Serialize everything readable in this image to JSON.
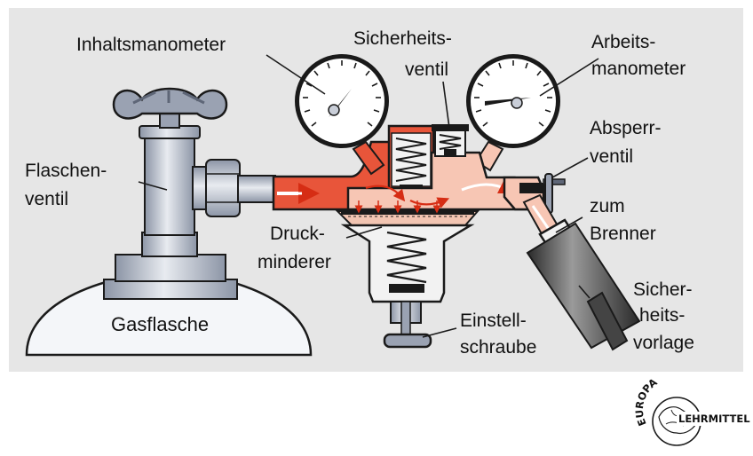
{
  "labels": {
    "inhaltsmanometer": "Inhaltsmanometer",
    "sicherheitsventil_1": "Sicherheits-",
    "sicherheitsventil_2": "ventil",
    "arbeitsmanometer_1": "Arbeits-",
    "arbeitsmanometer_2": "manometer",
    "flaschenventil_1": "Flaschen-",
    "flaschenventil_2": "ventil",
    "absperrventil_1": "Absperr-",
    "absperrventil_2": "ventil",
    "zum_brenner_1": "zum",
    "zum_brenner_2": "Brenner",
    "druckminderer_1": "Druck-",
    "druckminderer_2": "minderer",
    "gasflasche": "Gasflasche",
    "einstellschraube_1": "Einstell-",
    "einstellschraube_2": "schraube",
    "sicherheitsvorlage_1": "Sicher-",
    "sicherheitsvorlage_2": "heits-",
    "sicherheitsvorlage_3": "vorlage"
  },
  "logo": {
    "top": "EUROPA",
    "bottom": "LEHRMITTEL"
  },
  "colors": {
    "background_panel": "#e6e6e6",
    "gas_high_pressure": "#e8553a",
    "gas_low_pressure": "#f7c6b4",
    "metal_light": "#c9ced8",
    "metal_dark": "#8c95a6",
    "outline": "#1a1a1a"
  }
}
